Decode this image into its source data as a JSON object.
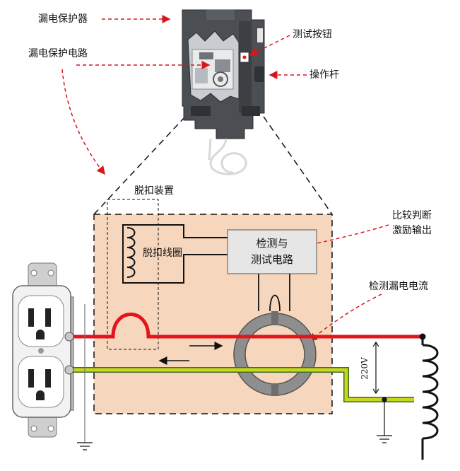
{
  "labels": {
    "breaker": "漏电保护器",
    "protection_circuit": "漏电保护电路",
    "test_button": "测试按钮",
    "lever": "操作杆",
    "trip_device": "脱扣装置",
    "trip_coil": "脱扣线圈",
    "compare_line1": "比较判断",
    "compare_line2": "激励输出",
    "detect_current": "检测漏电电流",
    "detect_box_line1": "检测与",
    "detect_box_line2": "测试电路",
    "voltage": "220V"
  },
  "colors": {
    "live_wire": "#e5141b",
    "earth_wire_green": "#c9d61c",
    "earth_wire_yellow_edge": "#3f6b2a",
    "panel_fill": "#f6d7bd",
    "annotation_arrow": "#d9161c",
    "toroid": "#8e8e8e"
  }
}
